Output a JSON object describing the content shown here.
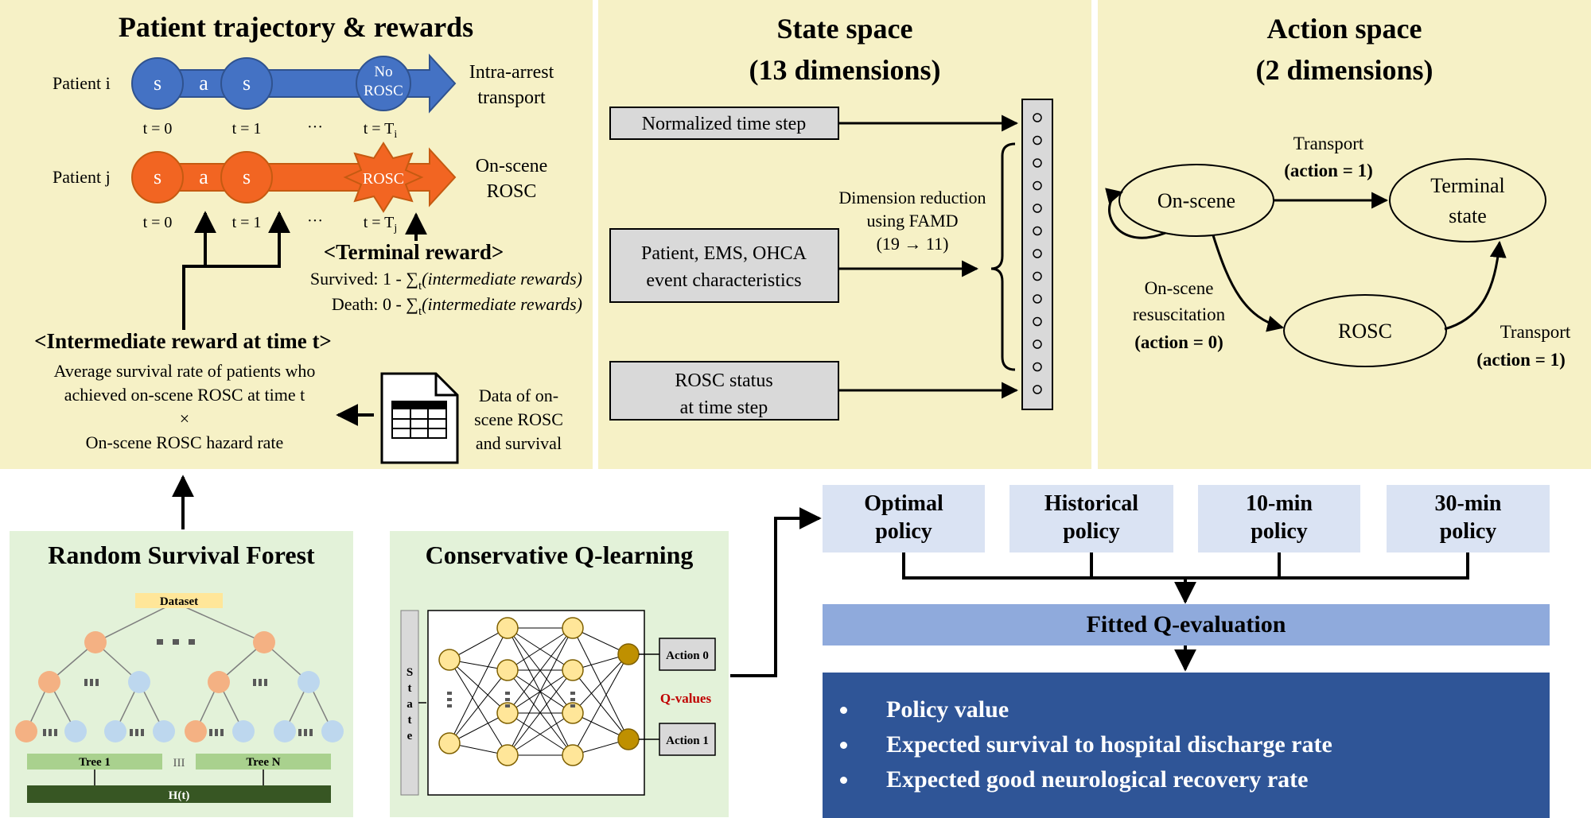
{
  "panels": {
    "trajectory": {
      "title": "Patient trajectory & rewards",
      "patient_i": "Patient i",
      "patient_j": "Patient j",
      "node_s": "s",
      "node_a": "a",
      "no_rosc_1": "No",
      "no_rosc_2": "ROSC",
      "rosc_burst": "ROSC",
      "outcome_i_1": "Intra-arrest",
      "outcome_i_2": "transport",
      "outcome_j_1": "On-scene",
      "outcome_j_2": "ROSC",
      "t0": "t = 0",
      "t1": "t = 1",
      "dots": "···",
      "tTi": "t = T",
      "tTi_sub": "i",
      "tTj": "t = T",
      "tTj_sub": "j",
      "terminal_reward_title": "<Terminal reward>",
      "survived_prefix": "Survived: 1 - ∑",
      "death_prefix": "Death: 0 - ∑",
      "sum_sub": "t",
      "intermediate_rewards": "(intermediate rewards)",
      "intermediate_title": "<Intermediate reward at time t>",
      "inter_line1": "Average survival rate of patients who",
      "inter_line2": "achieved on-scene ROSC at time t",
      "times": "×",
      "inter_line3": "On-scene ROSC hazard rate",
      "data_line1": "Data of on-",
      "data_line2": "scene ROSC",
      "data_line3": "and survival"
    },
    "state": {
      "title1": "State space",
      "title2": "(13 dimensions)",
      "box1": "Normalized time step",
      "box2_1": "Patient, EMS, OHCA",
      "box2_2": "event characteristics",
      "box3_1": "ROSC status",
      "box3_2": "at time step",
      "dr_1": "Dimension reduction",
      "dr_2": "using FAMD",
      "dr_3": "(19 → 11)"
    },
    "action": {
      "title1": "Action space",
      "title2": "(2 dimensions)",
      "on_scene": "On-scene",
      "terminal_1": "Terminal",
      "terminal_2": "state",
      "rosc": "ROSC",
      "transport": "Transport",
      "action1": "(action = 1)",
      "resus_1": "On-scene",
      "resus_2": "resuscitation",
      "action0": "(action = 0)"
    },
    "rsf": {
      "title": "Random Survival Forest",
      "dataset": "Dataset",
      "tree1": "Tree 1",
      "treeN": "Tree N",
      "dots_v": "III",
      "ht": "H(t)"
    },
    "cql": {
      "title": "Conservative Q-learning",
      "state_label": "State",
      "action0": "Action 0",
      "action1": "Action 1",
      "qvalues": "Q-values"
    },
    "policies": [
      "Optimal|policy",
      "Historical|policy",
      "10-min|policy",
      "30-min|policy"
    ],
    "fqe": "Fitted Q-evaluation",
    "results": [
      "Policy value",
      "Expected survival to hospital discharge rate",
      "Expected good neurological recovery rate"
    ]
  },
  "colors": {
    "panel_yellow": "#f6f1c6",
    "panel_green": "#e3f2d9",
    "blue_node": "#4472c4",
    "orange_node": "#f26522",
    "policy_box": "#dae3f3",
    "fqe_box": "#8faadc",
    "result_box": "#2f5597",
    "gray_box": "#d9d9d9",
    "peach": "#f4b183",
    "light_blue": "#bdd7ee",
    "tree_green": "#a9d18e",
    "dark_green": "#375623",
    "dataset_yellow": "#ffe699",
    "q_red": "#c00000"
  }
}
